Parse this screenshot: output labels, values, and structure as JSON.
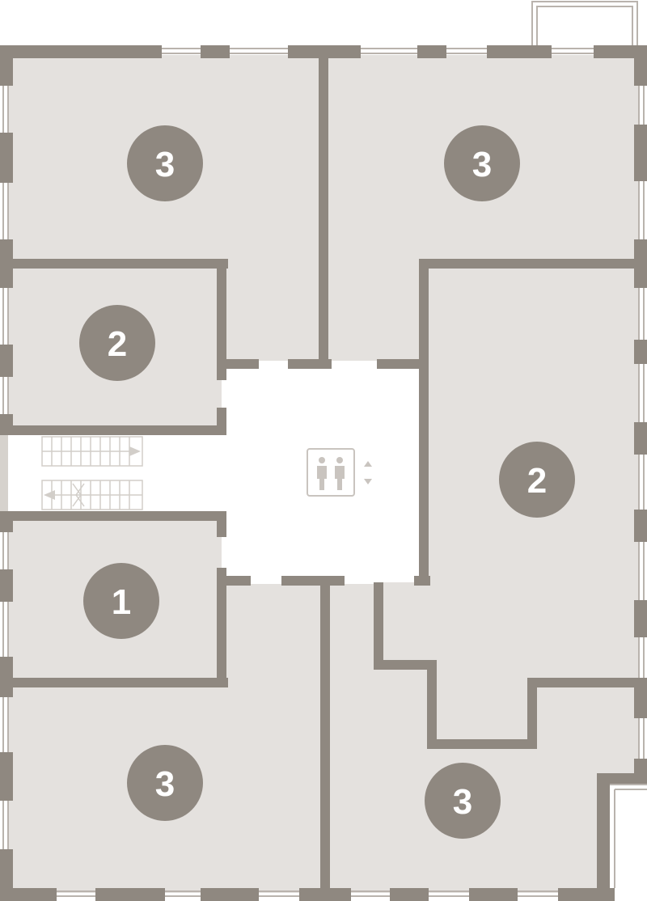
{
  "colors": {
    "room_fill": "#e4e1de",
    "wall": "#8f8880",
    "badge_fill": "#8f8880",
    "badge_text": "#ffffff",
    "core_fill": "#ffffff",
    "lift_icon": "#c9c4bf"
  },
  "apartments": [
    {
      "rooms": "3"
    },
    {
      "rooms": "3"
    },
    {
      "rooms": "2"
    },
    {
      "rooms": "2"
    },
    {
      "rooms": "1"
    },
    {
      "rooms": "3"
    },
    {
      "rooms": "3"
    }
  ],
  "core": {
    "icons": [
      "elevator-icon",
      "lift-arrows-icon",
      "staircase-icon"
    ]
  }
}
